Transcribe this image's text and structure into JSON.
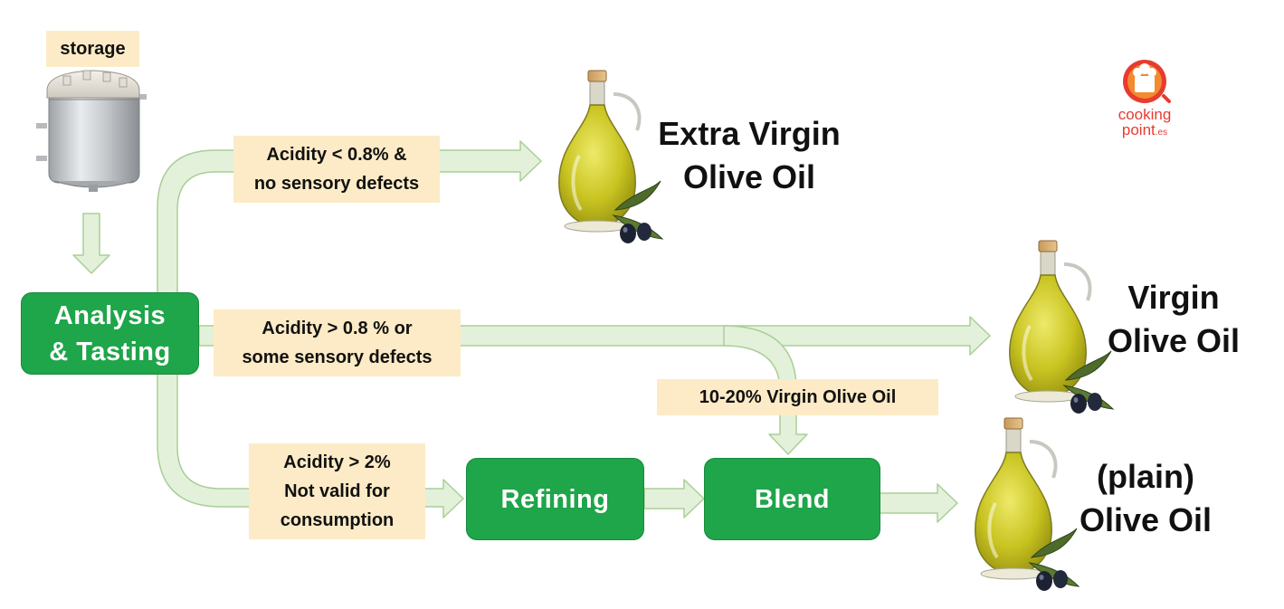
{
  "storage": {
    "label": "storage"
  },
  "nodes": {
    "analysis": [
      "Analysis",
      "& Tasting"
    ],
    "refining": "Refining",
    "blend": "Blend"
  },
  "conditions": {
    "extra_virgin": [
      "Acidity < 0.8% &",
      "no sensory defects"
    ],
    "virgin": [
      "Acidity > 0.8 % or",
      "some sensory defects"
    ],
    "blend_share": "10-20% Virgin Olive Oil",
    "refining": [
      "Acidity > 2%",
      "Not valid for",
      "consumption"
    ]
  },
  "products": {
    "extra_virgin": [
      "Extra Virgin",
      "Olive Oil"
    ],
    "virgin": [
      "Virgin",
      "Olive Oil"
    ],
    "plain": [
      "(plain)",
      "Olive Oil"
    ]
  },
  "logo": {
    "line1": "cooking",
    "line2": "point",
    "suffix": ".es"
  },
  "icons": {
    "storage_tank": "stainless-steel-storage-tank",
    "bottle": "olive-oil-bottle-with-olives",
    "logo": "cooking-pot-logo"
  },
  "colors": {
    "node_fill": "#1fa54a",
    "arrow_fill": "#e3f1db",
    "arrow_stroke": "#a9cf96",
    "label_fill": "#fcebc6",
    "oil_fill": "#c9c421",
    "logo_red": "#e83b2f"
  }
}
